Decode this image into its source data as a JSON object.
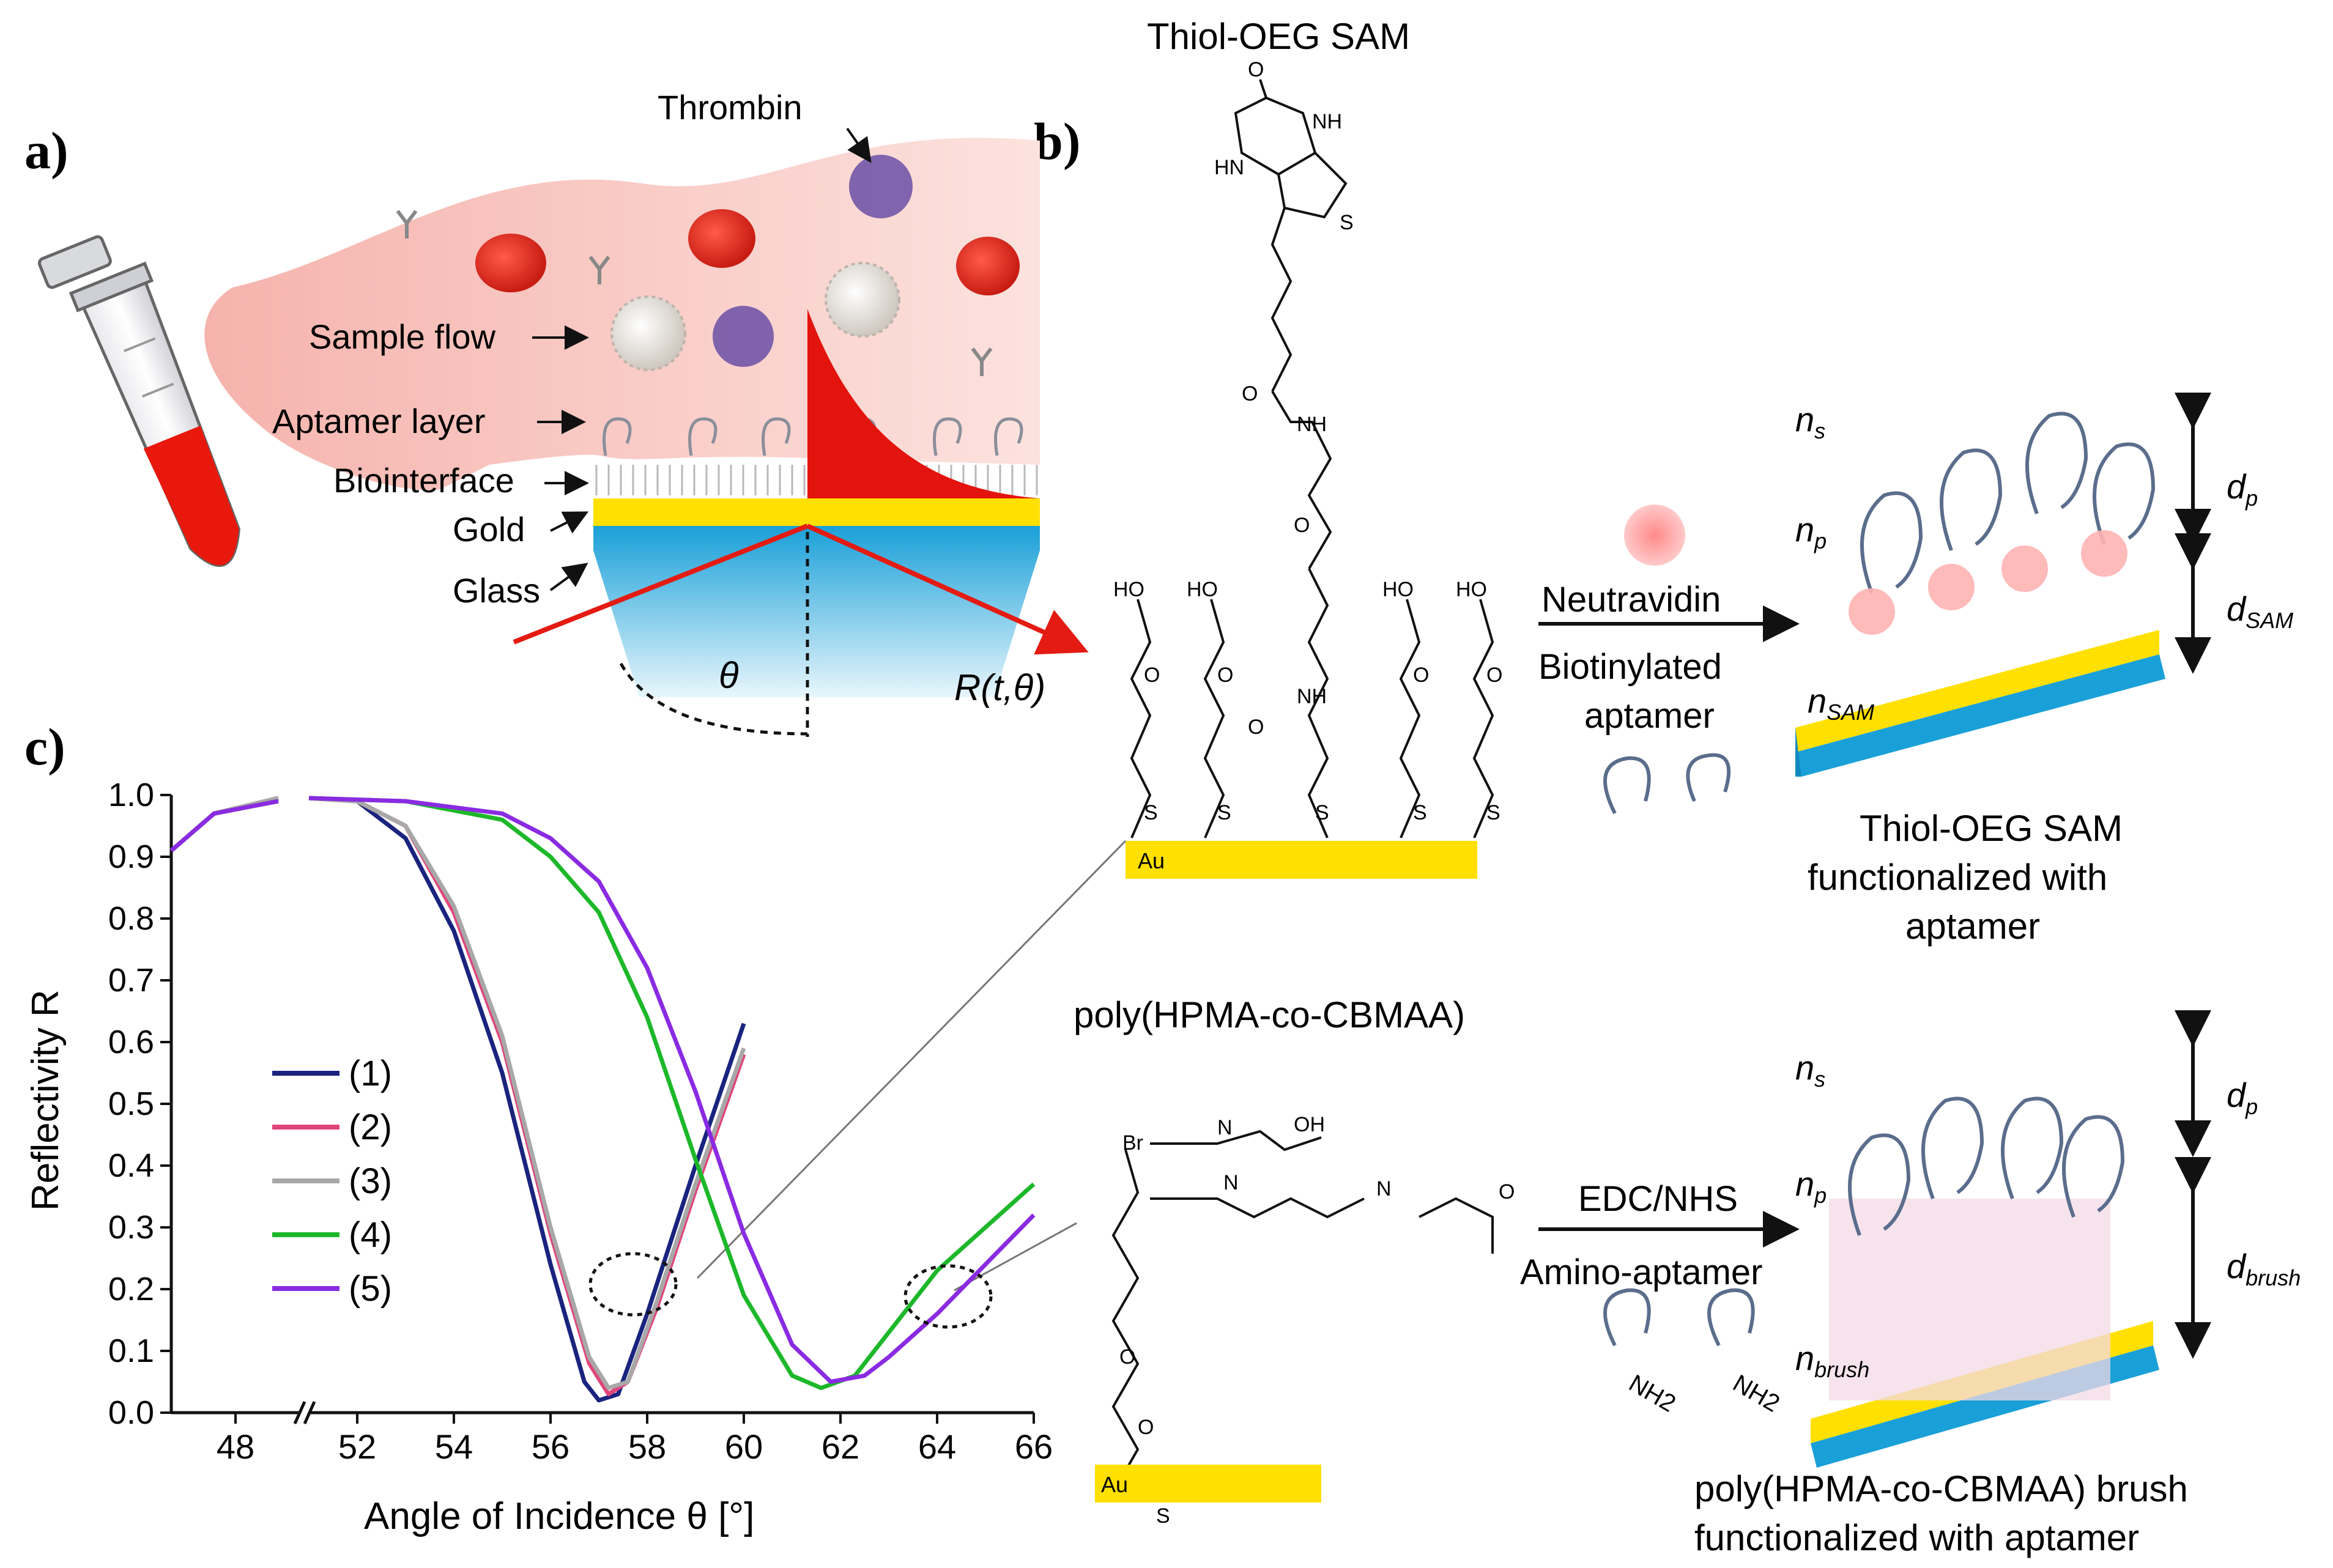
{
  "panel_labels": {
    "a": "a)",
    "b": "b)",
    "c": "c)"
  },
  "panel_a": {
    "thrombin": "Thrombin",
    "sample_flow": "Sample flow",
    "aptamer_layer": "Aptamer layer",
    "biointerface": "Biointerface",
    "gold": "Gold",
    "glass": "Glass",
    "theta": "θ",
    "reflectivity": "R(t,θ)"
  },
  "panel_b": {
    "top_title": "Thiol-OEG SAM",
    "au_label": "Au",
    "neutravidin": "Neutravidin",
    "biotinylated_1": "Biotinylated",
    "biotinylated_2": "aptamer",
    "caption1_l1": "Thiol-OEG SAM",
    "caption1_l2": "functionalized with",
    "caption1_l3": "aptamer",
    "bottom_title": "poly(HPMA-co-CBMAA)",
    "edc": "EDC/NHS",
    "amino": "Amino-aptamer",
    "nh2": "NH2",
    "caption2_l1": "poly(HPMA-co-CBMAA) brush",
    "caption2_l2": "functionalized with aptamer",
    "ns": "n",
    "ns_sub": "s",
    "np": "n",
    "np_sub": "p",
    "nsam": "n",
    "nsam_sub": "SAM",
    "nbrush": "n",
    "nbrush_sub": "brush",
    "dp": "d",
    "dp_sub": "p",
    "dsam": "d",
    "dsam_sub": "SAM",
    "dbrush": "d",
    "dbrush_sub": "brush"
  },
  "chart_data": {
    "type": "line",
    "xlabel": "Angle of Incidence θ [°]",
    "ylabel": "Reflectivity R",
    "xlim": [
      46.5,
      66
    ],
    "axis_break_at": 50,
    "ylim": [
      0.0,
      1.0
    ],
    "xticks": [
      48,
      52,
      54,
      56,
      58,
      60,
      62,
      64,
      66
    ],
    "yticks": [
      0.0,
      0.1,
      0.2,
      0.3,
      0.4,
      0.5,
      0.6,
      0.7,
      0.8,
      0.9,
      1.0
    ],
    "legend_position": "left-middle",
    "series": [
      {
        "name": "(1)",
        "color": "#1a237e",
        "points": [
          [
            46.5,
            0.91
          ],
          [
            47.5,
            0.97
          ],
          [
            49,
            0.995
          ],
          [
            51,
            0.995
          ],
          [
            52,
            0.99
          ],
          [
            53,
            0.93
          ],
          [
            54,
            0.78
          ],
          [
            55,
            0.55
          ],
          [
            56,
            0.24
          ],
          [
            56.7,
            0.05
          ],
          [
            57,
            0.02
          ],
          [
            57.4,
            0.03
          ],
          [
            58,
            0.16
          ],
          [
            59,
            0.4
          ],
          [
            60,
            0.63
          ]
        ]
      },
      {
        "name": "(2)",
        "color": "#e0457b",
        "points": [
          [
            46.5,
            0.91
          ],
          [
            47.5,
            0.97
          ],
          [
            49,
            0.995
          ],
          [
            51,
            0.995
          ],
          [
            52,
            0.99
          ],
          [
            53,
            0.95
          ],
          [
            54,
            0.81
          ],
          [
            55,
            0.6
          ],
          [
            56,
            0.29
          ],
          [
            56.8,
            0.08
          ],
          [
            57.2,
            0.03
          ],
          [
            57.6,
            0.05
          ],
          [
            58.2,
            0.17
          ],
          [
            59,
            0.36
          ],
          [
            60,
            0.58
          ]
        ]
      },
      {
        "name": "(3)",
        "color": "#a8a8a8",
        "points": [
          [
            46.5,
            0.91
          ],
          [
            47.5,
            0.97
          ],
          [
            49,
            0.995
          ],
          [
            51,
            0.995
          ],
          [
            52,
            0.99
          ],
          [
            53,
            0.95
          ],
          [
            54,
            0.82
          ],
          [
            55,
            0.61
          ],
          [
            56,
            0.3
          ],
          [
            56.8,
            0.09
          ],
          [
            57.2,
            0.04
          ],
          [
            57.6,
            0.05
          ],
          [
            58.2,
            0.18
          ],
          [
            59,
            0.37
          ],
          [
            60,
            0.59
          ]
        ]
      },
      {
        "name": "(4)",
        "color": "#1db82a",
        "points": [
          [
            46.5,
            0.91
          ],
          [
            47.5,
            0.97
          ],
          [
            49,
            0.99
          ],
          [
            51,
            0.995
          ],
          [
            53,
            0.99
          ],
          [
            55,
            0.96
          ],
          [
            56,
            0.9
          ],
          [
            57,
            0.81
          ],
          [
            58,
            0.64
          ],
          [
            59,
            0.41
          ],
          [
            60,
            0.19
          ],
          [
            61,
            0.06
          ],
          [
            61.6,
            0.04
          ],
          [
            62.3,
            0.06
          ],
          [
            63,
            0.13
          ],
          [
            64,
            0.23
          ],
          [
            65,
            0.3
          ],
          [
            66,
            0.37
          ]
        ]
      },
      {
        "name": "(5)",
        "color": "#8a2be2",
        "points": [
          [
            46.5,
            0.91
          ],
          [
            47.5,
            0.97
          ],
          [
            49,
            0.99
          ],
          [
            51,
            0.995
          ],
          [
            53,
            0.99
          ],
          [
            55,
            0.97
          ],
          [
            56,
            0.93
          ],
          [
            57,
            0.86
          ],
          [
            58,
            0.72
          ],
          [
            59,
            0.52
          ],
          [
            60,
            0.29
          ],
          [
            61,
            0.11
          ],
          [
            61.8,
            0.05
          ],
          [
            62.5,
            0.06
          ],
          [
            63,
            0.09
          ],
          [
            64,
            0.16
          ],
          [
            65,
            0.24
          ],
          [
            66,
            0.32
          ]
        ]
      }
    ]
  }
}
